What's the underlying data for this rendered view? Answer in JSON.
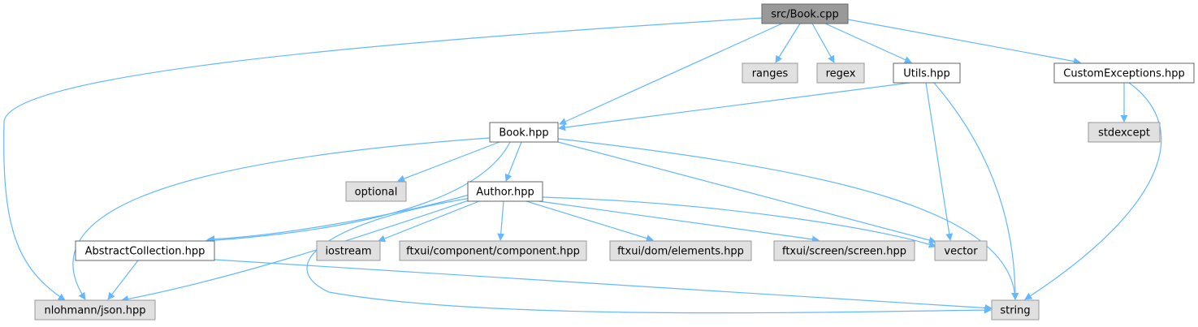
{
  "diagram": {
    "type": "include-dependency-graph",
    "colors": {
      "edge": "#63b8ff",
      "root_fill": "#999999",
      "local_fill": "#ffffff",
      "system_fill": "#e0e0e0",
      "system_border": "#999999",
      "border": "#666666"
    },
    "nodes": [
      {
        "id": "book_cpp",
        "label": "src/Book.cpp",
        "kind": "root"
      },
      {
        "id": "ranges",
        "label": "ranges",
        "kind": "system"
      },
      {
        "id": "regex",
        "label": "regex",
        "kind": "system"
      },
      {
        "id": "utils",
        "label": "Utils.hpp",
        "kind": "local"
      },
      {
        "id": "custom_exc",
        "label": "CustomExceptions.hpp",
        "kind": "local"
      },
      {
        "id": "stdexcept",
        "label": "stdexcept",
        "kind": "system"
      },
      {
        "id": "book_hpp",
        "label": "Book.hpp",
        "kind": "local"
      },
      {
        "id": "optional",
        "label": "optional",
        "kind": "system"
      },
      {
        "id": "author",
        "label": "Author.hpp",
        "kind": "local"
      },
      {
        "id": "abstract",
        "label": "AbstractCollection.hpp",
        "kind": "local"
      },
      {
        "id": "iostream",
        "label": "iostream",
        "kind": "system"
      },
      {
        "id": "ftx_comp",
        "label": "ftxui/component/component.hpp",
        "kind": "system"
      },
      {
        "id": "ftx_dom",
        "label": "ftxui/dom/elements.hpp",
        "kind": "system"
      },
      {
        "id": "ftx_screen",
        "label": "ftxui/screen/screen.hpp",
        "kind": "system"
      },
      {
        "id": "vector",
        "label": "vector",
        "kind": "system"
      },
      {
        "id": "json",
        "label": "nlohmann/json.hpp",
        "kind": "system"
      },
      {
        "id": "string",
        "label": "string",
        "kind": "system"
      }
    ],
    "edges": [
      {
        "from": "book_cpp",
        "to": "json"
      },
      {
        "from": "book_cpp",
        "to": "book_hpp"
      },
      {
        "from": "book_cpp",
        "to": "ranges"
      },
      {
        "from": "book_cpp",
        "to": "regex"
      },
      {
        "from": "book_cpp",
        "to": "utils"
      },
      {
        "from": "book_cpp",
        "to": "custom_exc"
      },
      {
        "from": "utils",
        "to": "book_hpp"
      },
      {
        "from": "utils",
        "to": "vector"
      },
      {
        "from": "utils",
        "to": "string"
      },
      {
        "from": "custom_exc",
        "to": "stdexcept"
      },
      {
        "from": "custom_exc",
        "to": "string"
      },
      {
        "from": "book_hpp",
        "to": "json"
      },
      {
        "from": "book_hpp",
        "to": "optional"
      },
      {
        "from": "book_hpp",
        "to": "abstract"
      },
      {
        "from": "book_hpp",
        "to": "author"
      },
      {
        "from": "book_hpp",
        "to": "vector"
      },
      {
        "from": "book_hpp",
        "to": "string"
      },
      {
        "from": "author",
        "to": "abstract"
      },
      {
        "from": "author",
        "to": "json"
      },
      {
        "from": "author",
        "to": "string"
      },
      {
        "from": "author",
        "to": "iostream"
      },
      {
        "from": "author",
        "to": "ftx_comp"
      },
      {
        "from": "author",
        "to": "ftx_dom"
      },
      {
        "from": "author",
        "to": "ftx_screen"
      },
      {
        "from": "author",
        "to": "vector"
      },
      {
        "from": "abstract",
        "to": "json"
      },
      {
        "from": "abstract",
        "to": "string"
      }
    ]
  }
}
